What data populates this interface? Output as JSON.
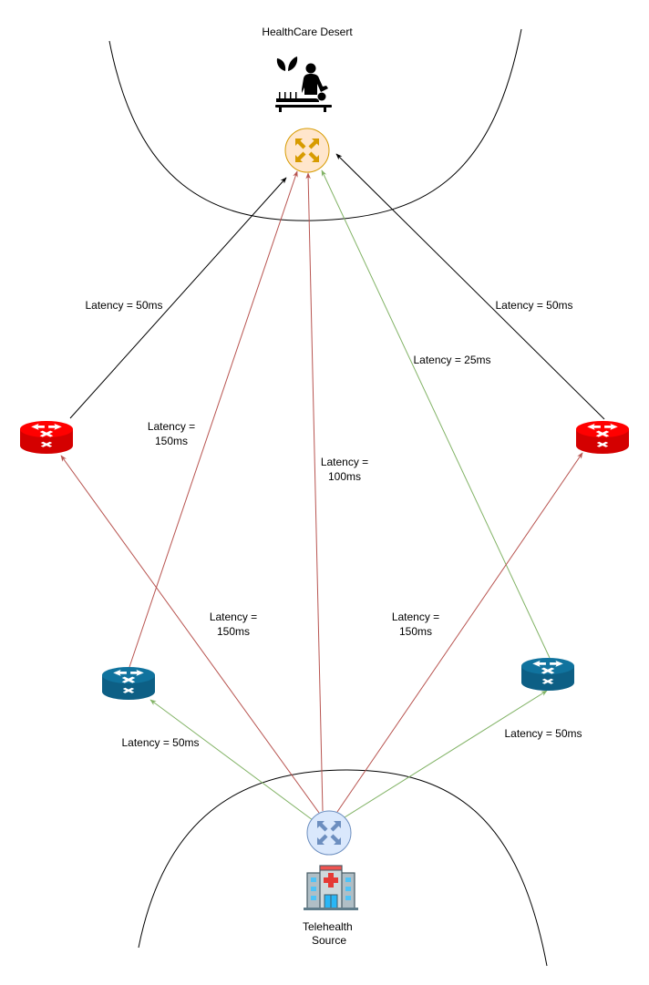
{
  "title": "HealthCare Desert",
  "source_label": [
    "Telehealth",
    "Source"
  ],
  "colors": {
    "desert_hub_fill": "#ffe6cc",
    "desert_hub_stroke": "#d79b00",
    "source_hub_fill": "#dae8fc",
    "source_hub_stroke": "#6c8ebf",
    "red_router": "#ff0000",
    "blue_router": "#10739e",
    "red_link": "#b85450",
    "green_link": "#82b366",
    "black_link": "#000000"
  },
  "nodes": [
    {
      "id": "desert_hub",
      "type": "hub",
      "color": "orange",
      "icon": "massage-therapy-icon"
    },
    {
      "id": "source_hub",
      "type": "hub",
      "color": "blue",
      "icon": "hospital-icon"
    },
    {
      "id": "left_red_router",
      "type": "router",
      "color": "red"
    },
    {
      "id": "right_red_router",
      "type": "router",
      "color": "red"
    },
    {
      "id": "left_blue_router",
      "type": "router",
      "color": "blue"
    },
    {
      "id": "right_blue_router",
      "type": "router",
      "color": "blue"
    }
  ],
  "links": [
    {
      "from": "left_red_router",
      "to": "desert_hub",
      "color": "black",
      "label": [
        "Latency = 50ms"
      ]
    },
    {
      "from": "right_red_router",
      "to": "desert_hub",
      "color": "black",
      "label": [
        "Latency = 50ms"
      ]
    },
    {
      "from": "left_blue_router",
      "to": "desert_hub",
      "color": "red",
      "label": [
        "Latency =",
        "150ms"
      ]
    },
    {
      "from": "source_hub",
      "to": "desert_hub",
      "color": "red",
      "label": [
        "Latency =",
        "100ms"
      ]
    },
    {
      "from": "right_blue_router",
      "to": "desert_hub",
      "color": "green",
      "label": [
        "Latency = 25ms"
      ]
    },
    {
      "from": "source_hub",
      "to": "left_red_router",
      "color": "red",
      "label": [
        "Latency =",
        "150ms"
      ]
    },
    {
      "from": "source_hub",
      "to": "right_red_router",
      "color": "red",
      "label": [
        "Latency =",
        "150ms"
      ]
    },
    {
      "from": "source_hub",
      "to": "left_blue_router",
      "color": "green",
      "label": [
        "Latency = 50ms"
      ]
    },
    {
      "from": "source_hub",
      "to": "right_blue_router",
      "color": "green",
      "label": [
        "Latency = 50ms"
      ]
    }
  ]
}
